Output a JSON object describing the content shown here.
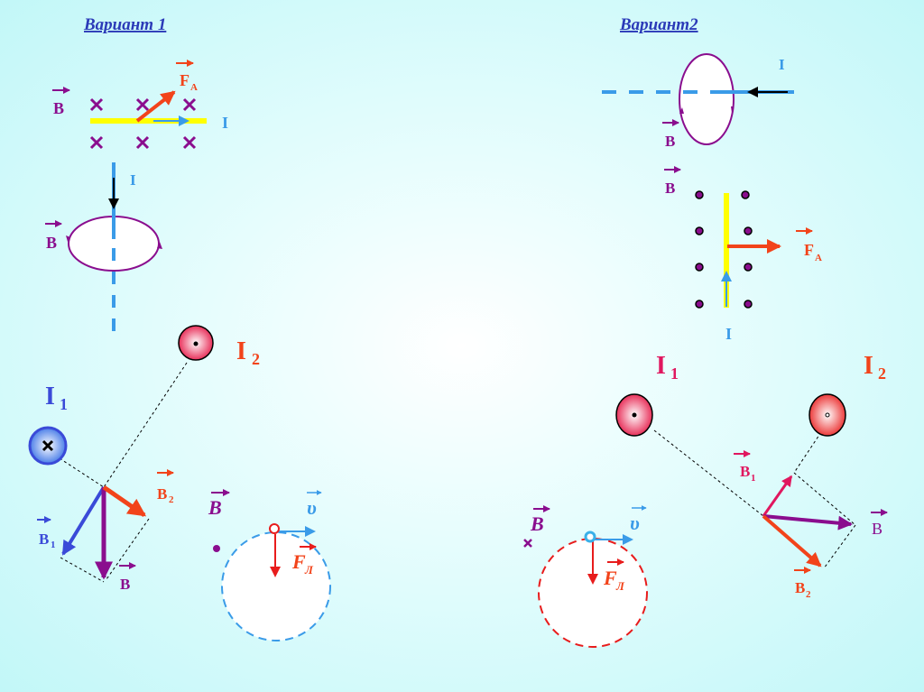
{
  "variant1": {
    "title": "Вариант 1",
    "field_label": "B",
    "force_label": "F",
    "force_sub": "A",
    "current_label": "I",
    "wire2_current_label": "I",
    "wire2_field_label": "B",
    "i1_label": "I",
    "i1_sub": "1",
    "i2_label": "I",
    "i2_sub": "2",
    "b1_label": "B",
    "b1_sub": "1",
    "b2_label": "B",
    "b2_sub": "2",
    "b_sum_label": "B",
    "lorentz_field_label": "B",
    "velocity_label": "υ",
    "lorentz_force_label": "F",
    "lorentz_force_sub": "Л"
  },
  "variant2": {
    "title": "Вариант2",
    "current_label": "I",
    "loop_field_label": "B",
    "field_label": "B",
    "force_label": "F",
    "force_sub": "A",
    "wire_current_label": "I",
    "i1_label": "I",
    "i1_sub": "1",
    "i2_label": "I",
    "i2_sub": "2",
    "b1_label": "B",
    "b1_sub": "1",
    "b2_label": "B",
    "b2_sub": "2",
    "b_sum_label": "B",
    "lorentz_field_label": "B",
    "velocity_label": "υ",
    "lorentz_force_label": "F",
    "lorentz_force_sub": "Л"
  },
  "colors": {
    "purple": "#8a0d8e",
    "orange": "#f2431a",
    "blue": "#3a9be8",
    "yellow": "#ffff00",
    "crimson": "#e0175f"
  }
}
